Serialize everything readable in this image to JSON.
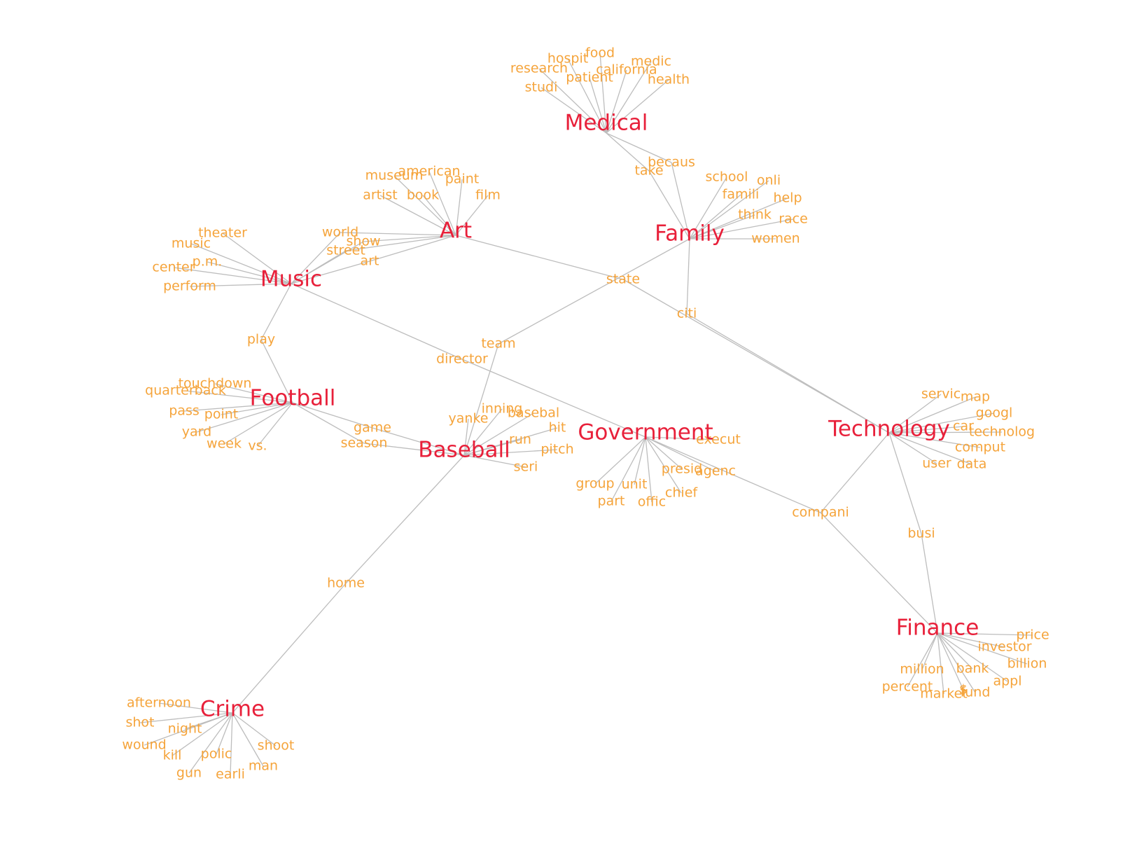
{
  "colors": {
    "topic": "#e8203a",
    "term": "#f5a43b",
    "edge": "#bdbdbd"
  },
  "topics": [
    {
      "id": "medical",
      "label": "Medical"
    },
    {
      "id": "art",
      "label": "Art"
    },
    {
      "id": "family",
      "label": "Family"
    },
    {
      "id": "music",
      "label": "Music"
    },
    {
      "id": "football",
      "label": "Football"
    },
    {
      "id": "baseball",
      "label": "Baseball"
    },
    {
      "id": "government",
      "label": "Government"
    },
    {
      "id": "technology",
      "label": "Technology"
    },
    {
      "id": "finance",
      "label": "Finance"
    },
    {
      "id": "crime",
      "label": "Crime"
    }
  ],
  "terms": [
    {
      "id": "hospit",
      "label": "hospit",
      "topics": [
        "medical"
      ]
    },
    {
      "id": "food",
      "label": "food",
      "topics": [
        "medical"
      ]
    },
    {
      "id": "medic",
      "label": "medic",
      "topics": [
        "medical"
      ]
    },
    {
      "id": "research",
      "label": "research",
      "topics": [
        "medical"
      ]
    },
    {
      "id": "california",
      "label": "california",
      "topics": [
        "medical"
      ]
    },
    {
      "id": "patient",
      "label": "patient",
      "topics": [
        "medical"
      ]
    },
    {
      "id": "health",
      "label": "health",
      "topics": [
        "medical"
      ]
    },
    {
      "id": "studi",
      "label": "studi",
      "topics": [
        "medical"
      ]
    },
    {
      "id": "becaus",
      "label": "becaus",
      "topics": [
        "medical",
        "family"
      ]
    },
    {
      "id": "take",
      "label": "take",
      "topics": [
        "medical",
        "family"
      ]
    },
    {
      "id": "american",
      "label": "american",
      "topics": [
        "art"
      ]
    },
    {
      "id": "museum",
      "label": "museum",
      "topics": [
        "art"
      ]
    },
    {
      "id": "paint",
      "label": "paint",
      "topics": [
        "art"
      ]
    },
    {
      "id": "artist",
      "label": "artist",
      "topics": [
        "art"
      ]
    },
    {
      "id": "book",
      "label": "book",
      "topics": [
        "art"
      ]
    },
    {
      "id": "film",
      "label": "film",
      "topics": [
        "art"
      ]
    },
    {
      "id": "world",
      "label": "world",
      "topics": [
        "art",
        "music"
      ]
    },
    {
      "id": "show",
      "label": "show",
      "topics": [
        "art",
        "music"
      ]
    },
    {
      "id": "street",
      "label": "street",
      "topics": [
        "art",
        "music"
      ]
    },
    {
      "id": "art_term",
      "label": "art",
      "topics": [
        "art",
        "music"
      ]
    },
    {
      "id": "school",
      "label": "school",
      "topics": [
        "family"
      ]
    },
    {
      "id": "onli",
      "label": "onli",
      "topics": [
        "family"
      ]
    },
    {
      "id": "famili",
      "label": "famili",
      "topics": [
        "family"
      ]
    },
    {
      "id": "help",
      "label": "help",
      "topics": [
        "family"
      ]
    },
    {
      "id": "think",
      "label": "think",
      "topics": [
        "family"
      ]
    },
    {
      "id": "race",
      "label": "race",
      "topics": [
        "family"
      ]
    },
    {
      "id": "women",
      "label": "women",
      "topics": [
        "family"
      ]
    },
    {
      "id": "theater",
      "label": "theater",
      "topics": [
        "music"
      ]
    },
    {
      "id": "music_term",
      "label": "music",
      "topics": [
        "music"
      ]
    },
    {
      "id": "pm",
      "label": "p.m.",
      "topics": [
        "music"
      ]
    },
    {
      "id": "center",
      "label": "center",
      "topics": [
        "music"
      ]
    },
    {
      "id": "perform",
      "label": "perform",
      "topics": [
        "music"
      ]
    },
    {
      "id": "state",
      "label": "state",
      "topics": [
        "art",
        "technology"
      ]
    },
    {
      "id": "citi",
      "label": "citi",
      "topics": [
        "family",
        "technology"
      ]
    },
    {
      "id": "play",
      "label": "play",
      "topics": [
        "music",
        "football"
      ]
    },
    {
      "id": "team",
      "label": "team",
      "topics": [
        "family",
        "baseball"
      ]
    },
    {
      "id": "director",
      "label": "director",
      "topics": [
        "music",
        "government"
      ]
    },
    {
      "id": "touchdown",
      "label": "touchdown",
      "topics": [
        "football"
      ]
    },
    {
      "id": "quarterback",
      "label": "quarterback",
      "topics": [
        "football"
      ]
    },
    {
      "id": "pass",
      "label": "pass",
      "topics": [
        "football"
      ]
    },
    {
      "id": "point",
      "label": "point",
      "topics": [
        "football"
      ]
    },
    {
      "id": "yard",
      "label": "yard",
      "topics": [
        "football"
      ]
    },
    {
      "id": "week",
      "label": "week",
      "topics": [
        "football"
      ]
    },
    {
      "id": "vs",
      "label": "vs.",
      "topics": [
        "football"
      ]
    },
    {
      "id": "game",
      "label": "game",
      "topics": [
        "football",
        "baseball"
      ]
    },
    {
      "id": "season",
      "label": "season",
      "topics": [
        "football",
        "baseball"
      ]
    },
    {
      "id": "yanke",
      "label": "yanke",
      "topics": [
        "baseball"
      ]
    },
    {
      "id": "inning",
      "label": "inning",
      "topics": [
        "baseball"
      ]
    },
    {
      "id": "basebal",
      "label": "basebal",
      "topics": [
        "baseball"
      ]
    },
    {
      "id": "hit",
      "label": "hit",
      "topics": [
        "baseball"
      ]
    },
    {
      "id": "run",
      "label": "run",
      "topics": [
        "baseball"
      ]
    },
    {
      "id": "pitch",
      "label": "pitch",
      "topics": [
        "baseball"
      ]
    },
    {
      "id": "seri",
      "label": "seri",
      "topics": [
        "baseball"
      ]
    },
    {
      "id": "home",
      "label": "home",
      "topics": [
        "baseball",
        "crime"
      ]
    },
    {
      "id": "execut",
      "label": "execut",
      "topics": [
        "government"
      ]
    },
    {
      "id": "group",
      "label": "group",
      "topics": [
        "government"
      ]
    },
    {
      "id": "unit",
      "label": "unit",
      "topics": [
        "government"
      ]
    },
    {
      "id": "presid",
      "label": "presid",
      "topics": [
        "government"
      ]
    },
    {
      "id": "agenc",
      "label": "agenc",
      "topics": [
        "government"
      ]
    },
    {
      "id": "part",
      "label": "part",
      "topics": [
        "government"
      ]
    },
    {
      "id": "offic",
      "label": "offic",
      "topics": [
        "government"
      ]
    },
    {
      "id": "chief",
      "label": "chief",
      "topics": [
        "government"
      ]
    },
    {
      "id": "compani",
      "label": "compani",
      "topics": [
        "government",
        "technology",
        "finance"
      ]
    },
    {
      "id": "servic",
      "label": "servic",
      "topics": [
        "technology"
      ]
    },
    {
      "id": "map",
      "label": "map",
      "topics": [
        "technology"
      ]
    },
    {
      "id": "googl",
      "label": "googl",
      "topics": [
        "technology"
      ]
    },
    {
      "id": "car",
      "label": "car",
      "topics": [
        "technology"
      ]
    },
    {
      "id": "technolog",
      "label": "technolog",
      "topics": [
        "technology"
      ]
    },
    {
      "id": "comput",
      "label": "comput",
      "topics": [
        "technology"
      ]
    },
    {
      "id": "user",
      "label": "user",
      "topics": [
        "technology"
      ]
    },
    {
      "id": "data",
      "label": "data",
      "topics": [
        "technology"
      ]
    },
    {
      "id": "busi",
      "label": "busi",
      "topics": [
        "technology",
        "finance"
      ]
    },
    {
      "id": "price",
      "label": "price",
      "topics": [
        "finance"
      ]
    },
    {
      "id": "investor",
      "label": "investor",
      "topics": [
        "finance"
      ]
    },
    {
      "id": "billion",
      "label": "billion",
      "topics": [
        "finance"
      ]
    },
    {
      "id": "million",
      "label": "million",
      "topics": [
        "finance"
      ]
    },
    {
      "id": "bank",
      "label": "bank",
      "topics": [
        "finance"
      ]
    },
    {
      "id": "appl",
      "label": "appl",
      "topics": [
        "finance"
      ]
    },
    {
      "id": "percent",
      "label": "percent",
      "topics": [
        "finance"
      ]
    },
    {
      "id": "market",
      "label": "market",
      "topics": [
        "finance"
      ]
    },
    {
      "id": "dollar",
      "label": "$",
      "topics": [
        "finance"
      ]
    },
    {
      "id": "fund",
      "label": "fund",
      "topics": [
        "finance"
      ]
    },
    {
      "id": "afternoon",
      "label": "afternoon",
      "topics": [
        "crime"
      ]
    },
    {
      "id": "shot",
      "label": "shot",
      "topics": [
        "crime"
      ]
    },
    {
      "id": "night",
      "label": "night",
      "topics": [
        "crime"
      ]
    },
    {
      "id": "wound",
      "label": "wound",
      "topics": [
        "crime"
      ]
    },
    {
      "id": "kill",
      "label": "kill",
      "topics": [
        "crime"
      ]
    },
    {
      "id": "polic",
      "label": "polic",
      "topics": [
        "crime"
      ]
    },
    {
      "id": "shoot",
      "label": "shoot",
      "topics": [
        "crime"
      ]
    },
    {
      "id": "man",
      "label": "man",
      "topics": [
        "crime"
      ]
    },
    {
      "id": "gun",
      "label": "gun",
      "topics": [
        "crime"
      ]
    },
    {
      "id": "earli",
      "label": "earli",
      "topics": [
        "crime"
      ]
    }
  ]
}
